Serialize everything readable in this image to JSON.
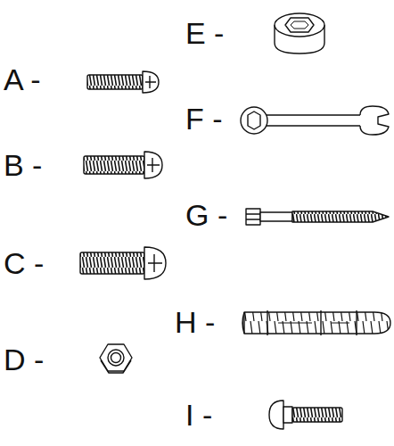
{
  "diagram": {
    "labels": [
      "A -",
      "B -",
      "C -",
      "D -",
      "E -",
      "F -",
      "G -",
      "H -",
      "I -"
    ]
  }
}
